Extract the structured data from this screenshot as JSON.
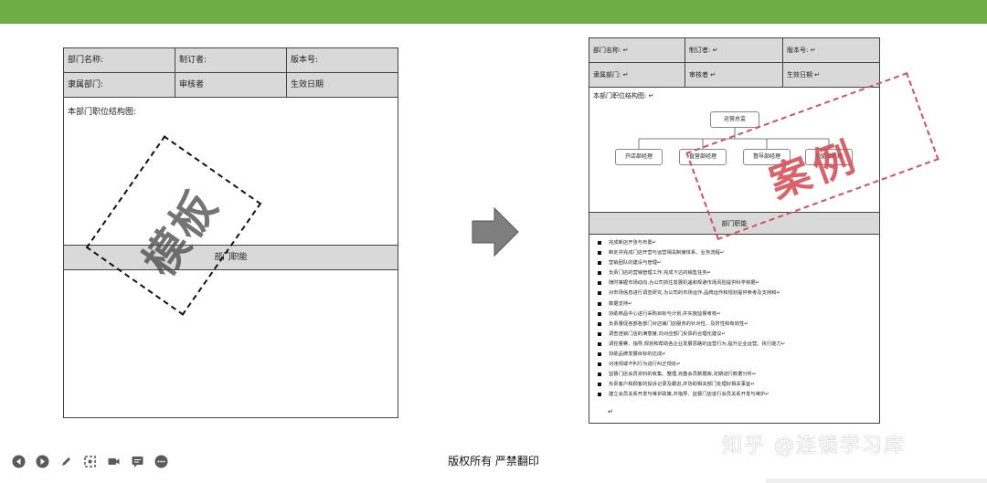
{
  "template": {
    "row1": [
      "部门名称:",
      "制订者:",
      "版本号:"
    ],
    "row2": [
      "隶属部门:",
      "审核者",
      "生效日期"
    ],
    "structure_label": "本部门职位结构图:",
    "function_header": "部门职能",
    "stamp": "模板"
  },
  "case": {
    "row1": [
      "部门名称: ↵",
      "制订者: ↵",
      "版本号: ↵"
    ],
    "row2": [
      "隶属部门: ↵",
      "审核者 ↵",
      "生效日期 ↵"
    ],
    "structure_label": "本部门职位结构图: ↵",
    "org": {
      "root": "运营总监",
      "children": [
        "开店部经理",
        "直营部经理",
        "督导部经理",
        "加盟部经理"
      ]
    },
    "function_header": "部门职能",
    "duties": [
      "完成新店开张与布置↵",
      "制定并完成门店开营与运营相关制度体系、业务流程↵",
      "营销团队的建设与管理↵",
      "负责门店的营销管理工作,完成下达的销售任务↵",
      "随时掌握市场动向,为公司抓住发展机遇和规避市场风险提供科学依据↵",
      "对市场信息进行调查研究,为公司的市场运作,品牌运作和规划提供参考及支持和↵",
      "数据支持↵",
      "协助商品中心进行采购目标与计划,并实施监督考核↵",
      "负责督促各部各部门对店铺门店服务的针对性、及时性和有效性↵",
      "调查连锁门店的满意度,向对应部门反馈的合理化建议↵",
      "调控督察、指导,规划和帮助各企业发展思路的运营行为,提升企业运营。执行能力↵",
      "协助品牌发展目标的达成↵",
      "对违规或不利行为进行纠正规处↵",
      "监督门店会员资料的收集、整理,完善会员数据库,定期进行数据分析↵",
      "负责客户和顾客的投诉记录及跟进,并协助相关部门处理好相关事宜↵",
      "建立会员关系开发与维护政策,并指导、监督门店进行会员关系开发与维护↵"
    ],
    "end_mark": "↵",
    "stamp": "案例"
  },
  "footer": {
    "copyright": "版权所有  严禁翻印",
    "watermark": "知乎 @连锁学习库"
  },
  "toolbar_icons": [
    "prev-icon",
    "next-icon",
    "pen-icon",
    "screenshot-icon",
    "camera-icon",
    "comment-icon",
    "more-icon"
  ],
  "colors": {
    "topbar": "#6fac46",
    "stamp_red": "#d3525b",
    "header_gray": "#d9d9d9"
  }
}
